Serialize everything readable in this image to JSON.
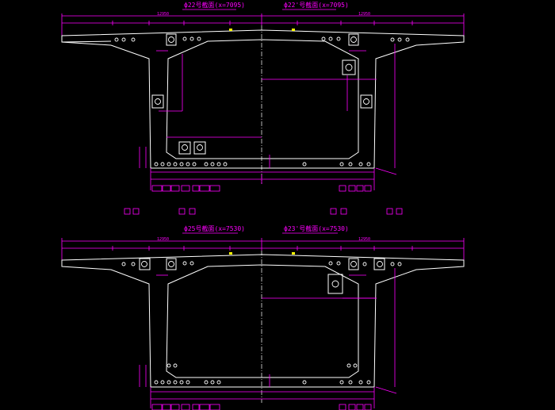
{
  "sections": [
    {
      "id": "top",
      "title_left": "ф22号截面(x=7095)",
      "title_right": "ф22'号截面(x=7095)",
      "overall_left": "12950",
      "overall_right": "12950"
    },
    {
      "id": "bottom",
      "title_left": "ф25号截面(x=7530)",
      "title_right": "ф23'号截面(x=7530)",
      "overall_left": "12950",
      "overall_right": "12950"
    }
  ],
  "colors": {
    "background": "#000000",
    "outline": "#ffffff",
    "dimension": "#ff00ff",
    "marker": "#ffff00"
  }
}
